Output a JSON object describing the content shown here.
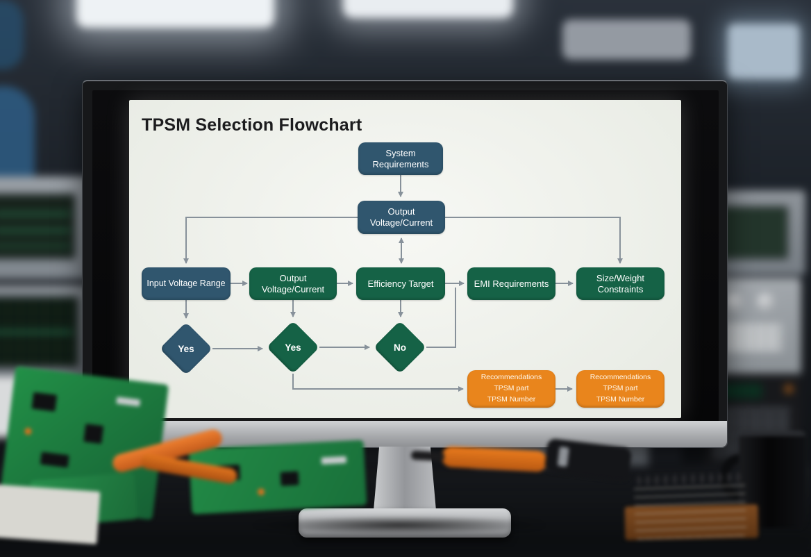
{
  "flowchart": {
    "title": "TPSM Selection Flowchart",
    "colors": {
      "process_blue": "#30566e",
      "process_green": "#156246",
      "output_orange": "#e9851c",
      "connector_gray": "#87919a",
      "slide_background": "#f3f5f0"
    },
    "nodes": {
      "system": {
        "type": "process",
        "color": "blue",
        "label": "System Requirements"
      },
      "output_vc_top": {
        "type": "process",
        "color": "blue",
        "label": "Output Voltage/Current"
      },
      "input_voltage": {
        "type": "process",
        "color": "blue",
        "label": "Input Voltage Range"
      },
      "output_vc_mid": {
        "type": "process",
        "color": "green",
        "label": "Output Voltage/Current"
      },
      "efficiency": {
        "type": "process",
        "color": "green",
        "label": "Efficiency Target"
      },
      "emi": {
        "type": "process",
        "color": "green",
        "label": "EMI Requirements"
      },
      "size_weight": {
        "type": "process",
        "color": "green",
        "label": "Size/Weight Constraints"
      },
      "decision_yes_1": {
        "type": "decision",
        "color": "blue",
        "label": "Yes"
      },
      "decision_yes_2": {
        "type": "decision",
        "color": "green",
        "label": "Yes"
      },
      "decision_no": {
        "type": "decision",
        "color": "green",
        "label": "No"
      },
      "recommendation_1": {
        "type": "output",
        "color": "orange",
        "label": "Recommendations\nTPSM part\nTPSM Number"
      },
      "recommendation_2": {
        "type": "output",
        "color": "orange",
        "label": "Recommendations\nTPSM part\nTPSM Number"
      }
    },
    "edges": [
      {
        "from": "system",
        "to": "output_vc_top"
      },
      {
        "from": "output_vc_top",
        "to": "input_voltage"
      },
      {
        "from": "output_vc_top",
        "to": "size_weight"
      },
      {
        "from": "output_vc_top",
        "to": "efficiency",
        "bidirectional": true
      },
      {
        "from": "input_voltage",
        "to": "output_vc_mid"
      },
      {
        "from": "output_vc_mid",
        "to": "efficiency"
      },
      {
        "from": "efficiency",
        "to": "emi"
      },
      {
        "from": "emi",
        "to": "size_weight"
      },
      {
        "from": "input_voltage",
        "to": "decision_yes_1"
      },
      {
        "from": "output_vc_mid",
        "to": "decision_yes_2"
      },
      {
        "from": "efficiency",
        "to": "decision_no"
      },
      {
        "from": "decision_yes_1",
        "to": "decision_yes_2"
      },
      {
        "from": "decision_yes_2",
        "to": "decision_no"
      },
      {
        "from": "decision_no",
        "to": "emi"
      },
      {
        "from": "decision_yes_2",
        "to": "recommendation_1"
      },
      {
        "from": "recommendation_1",
        "to": "recommendation_2"
      }
    ]
  }
}
